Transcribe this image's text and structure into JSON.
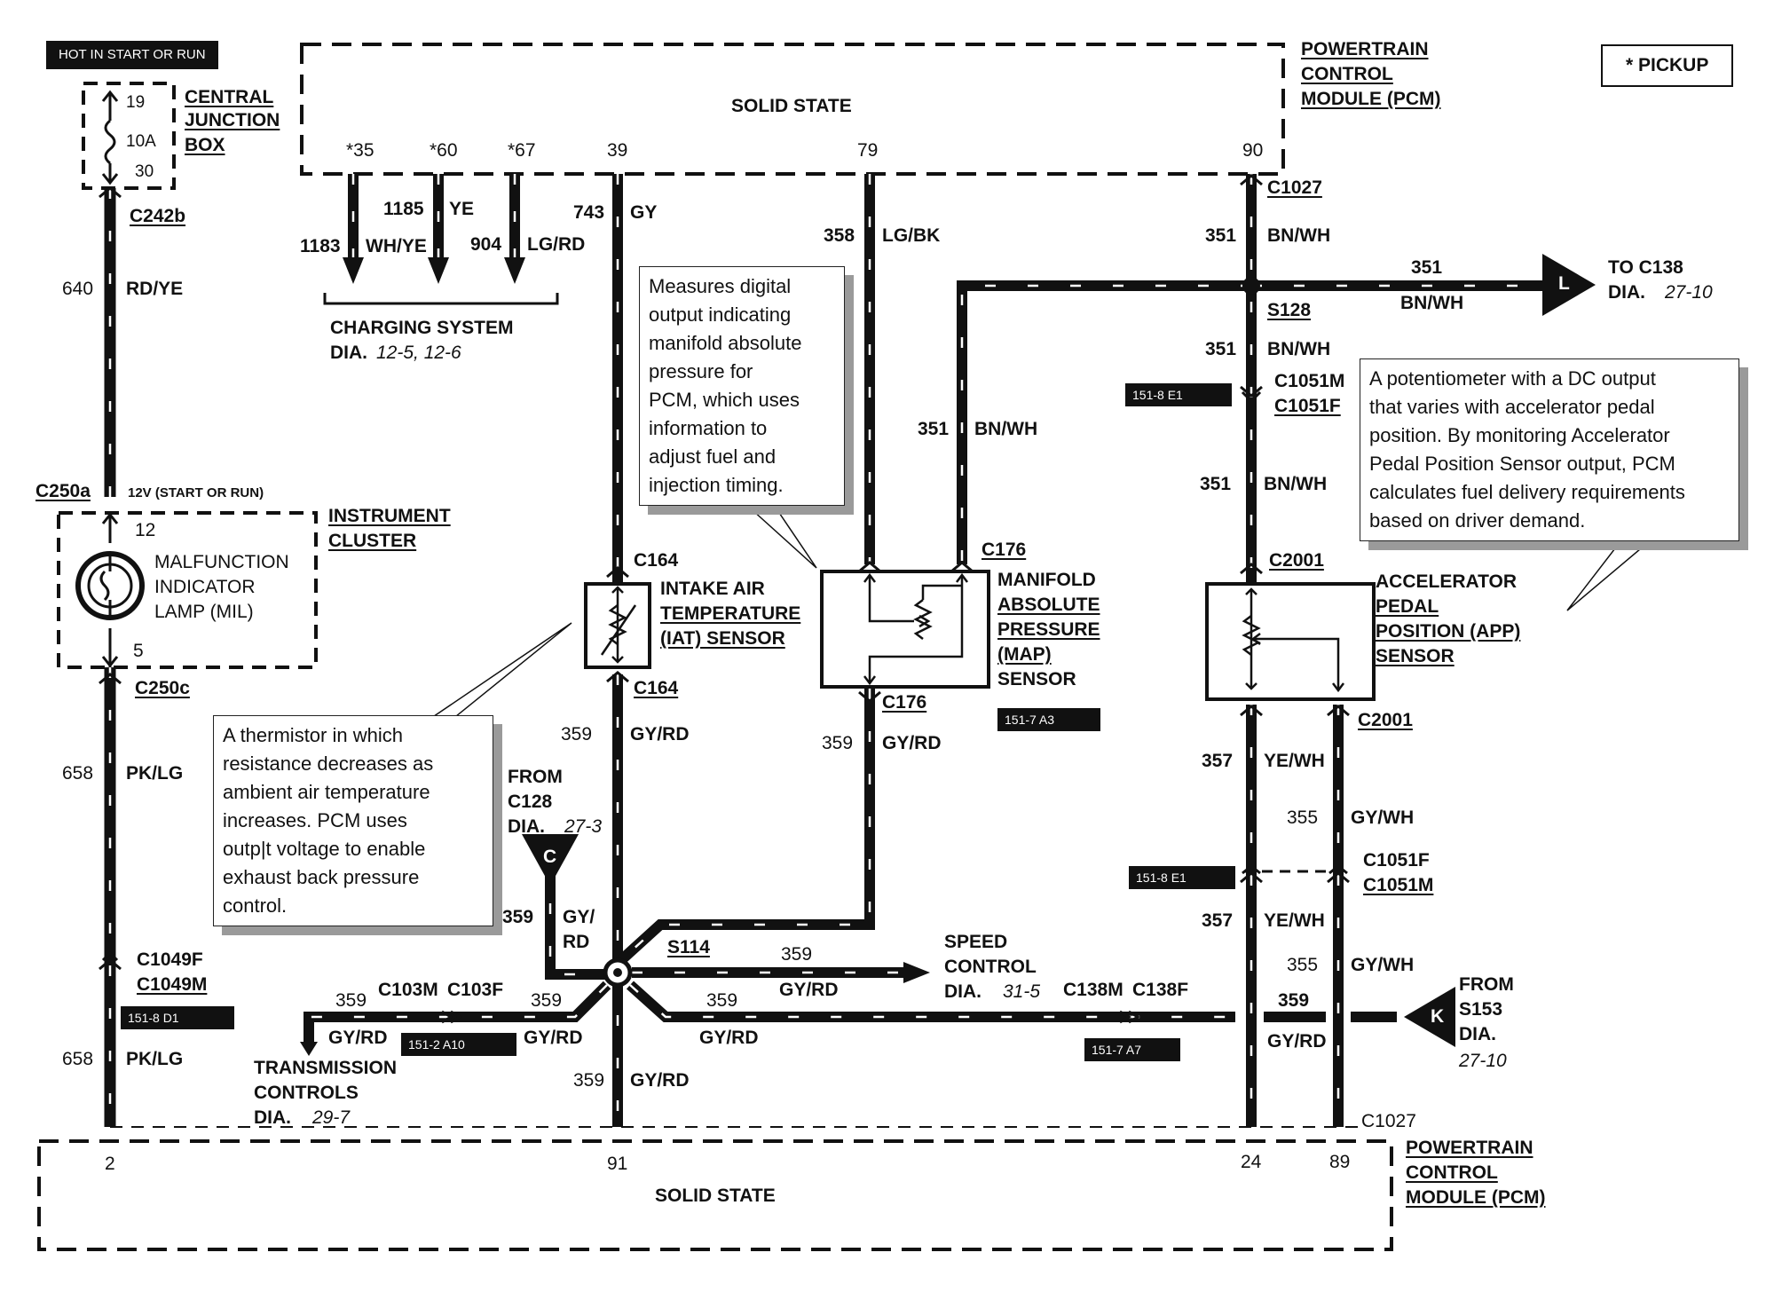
{
  "legend": {
    "pickup": "* PICKUP"
  },
  "power": {
    "hot_label": "HOT IN START OR RUN"
  },
  "cjb": {
    "name": [
      "CENTRAL",
      "JUNCTION",
      "BOX"
    ],
    "pin_in": "19",
    "fuse": "10A",
    "pin_out": "30"
  },
  "pcm_top": {
    "name": [
      "POWERTRAIN",
      "CONTROL",
      "MODULE (PCM)"
    ],
    "title": "SOLID STATE",
    "pins": [
      "*35",
      "*60",
      "*67",
      "39",
      "79",
      "90"
    ]
  },
  "pcm_bottom": {
    "name": [
      "POWERTRAIN",
      "CONTROL",
      "MODULE (PCM)"
    ],
    "title": "SOLID STATE",
    "pins": [
      "2",
      "91",
      "24",
      "89"
    ]
  },
  "charging": {
    "wires": [
      {
        "circuit": "1183",
        "color": "WH/YE"
      },
      {
        "circuit": "1185",
        "color": "YE"
      },
      {
        "circuit": "904",
        "color": "LG/RD"
      }
    ],
    "ref_title": "CHARGING SYSTEM",
    "ref_dia": "DIA.",
    "ref_pages": "12-5, 12-6"
  },
  "mil_circuit": {
    "c242b": "C242b",
    "wire_top": {
      "circuit": "640",
      "color": "RD/YE"
    },
    "c250a": "C250a",
    "voltage_note": "12V (START OR RUN)",
    "cluster_name": [
      "INSTRUMENT",
      "CLUSTER"
    ],
    "lamp_name": [
      "MALFUNCTION",
      "INDICATOR",
      "LAMP (MIL)"
    ],
    "pin_top": "12",
    "pin_bottom": "5",
    "c250c": "C250c",
    "wire_mid": {
      "circuit": "658",
      "color": "PK/LG"
    },
    "c1049f": "C1049F",
    "c1049m": "C1049M",
    "loc": "151-8 D1",
    "wire_bot": {
      "circuit": "658",
      "color": "PK/LG"
    }
  },
  "iat": {
    "wire_top": {
      "circuit": "743",
      "color": "GY"
    },
    "conn_top": "C164",
    "name": [
      "INTAKE AIR",
      "TEMPERATURE",
      "(IAT) SENSOR"
    ],
    "conn_bot": "C164",
    "wire_bot": {
      "circuit": "359",
      "color": "GY/RD"
    },
    "note": "A thermistor in which\nresistance decreases as\nambient air temperature\nincreases. PCM uses\noutp|t voltage to enable\nexhaust back pressure\ncontrol."
  },
  "map": {
    "wire_left": {
      "circuit": "358",
      "color": "LG/BK"
    },
    "wire_right": {
      "circuit": "351",
      "color": "BN/WH"
    },
    "conn_top": "C176",
    "name": [
      "MANIFOLD",
      "ABSOLUTE",
      "PRESSURE",
      "(MAP)",
      "SENSOR"
    ],
    "conn_bot": "C176",
    "loc": "151-7 A3",
    "wire_bot": {
      "circuit": "359",
      "color": "GY/RD"
    },
    "note": "Measures digital\noutput indicating\nmanifold absolute\npressure for\nPCM, which uses\ninformation to\nadjust fuel and\ninjection timing."
  },
  "app": {
    "c1027": "C1027",
    "wire_1": {
      "circuit": "351",
      "color": "BN/WH"
    },
    "s128": "S128",
    "wire_2": {
      "circuit": "351",
      "color": "BN/WH"
    },
    "c1051m": "C1051M",
    "c1051f": "C1051F",
    "loc_top": "151-8 E1",
    "wire_3": {
      "circuit": "351",
      "color": "BN/WH"
    },
    "c2001_top": "C2001",
    "name": [
      "ACCELERATOR",
      "PEDAL",
      "POSITION (APP)",
      "SENSOR"
    ],
    "c2001_bot": "C2001",
    "wire_357a": {
      "circuit": "357",
      "color": "YE/WH"
    },
    "wire_355a": {
      "circuit": "355",
      "color": "GY/WH"
    },
    "c1051f_b": "C1051F",
    "c1051m_b": "C1051M",
    "loc_bot": "151-8 E1",
    "wire_357b": {
      "circuit": "357",
      "color": "YE/WH"
    },
    "wire_355b": {
      "circuit": "355",
      "color": "GY/WH"
    },
    "c1027_b": "C1027",
    "note": "A potentiometer with a DC output\nthat varies with accelerator pedal\nposition.  By monitoring Accelerator\nPedal Position Sensor output, PCM\ncalculates fuel delivery requirements\nbased on driver demand."
  },
  "to_c138": {
    "wire": {
      "circuit": "351",
      "color": "BN/WH"
    },
    "connector_letter": "L",
    "label": "TO C138",
    "dia": "DIA.",
    "page": "27-10"
  },
  "from_c128": {
    "label": [
      "FROM",
      "C128"
    ],
    "dia": "DIA.",
    "page": "27-3",
    "connector_letter": "C",
    "wire": {
      "circuit": "359",
      "color1": "GY/",
      "color2": "RD"
    }
  },
  "splice_s114": {
    "name": "S114",
    "wire_speed": {
      "circuit": "359",
      "color": "GY/RD"
    },
    "speed": [
      "SPEED",
      "CONTROL"
    ],
    "speed_dia": "DIA.",
    "speed_page": "31-5",
    "wire_right": {
      "circuit": "359",
      "color": "GY/RD"
    },
    "wire_trans": {
      "circuit": "359",
      "color": "GY/RD"
    },
    "wire_trans2": {
      "circuit": "359",
      "color": "GY/RD"
    },
    "c103m": "C103M",
    "c103f": "C103F",
    "trans_loc": "151-2 A10",
    "trans": [
      "TRANSMISSION",
      "CONTROLS"
    ],
    "trans_dia": "DIA.",
    "trans_page": "29-7",
    "wire_down": {
      "circuit": "359",
      "color": "GY/RD"
    },
    "c138m": "C138M",
    "c138f": "C138F",
    "c138_loc": "151-7 A7",
    "wire_far": {
      "circuit": "359",
      "color": "GY/RD"
    }
  },
  "from_s153": {
    "label": [
      "FROM",
      "S153"
    ],
    "dia": "DIA.",
    "page": "27-10",
    "connector_letter": "K"
  }
}
